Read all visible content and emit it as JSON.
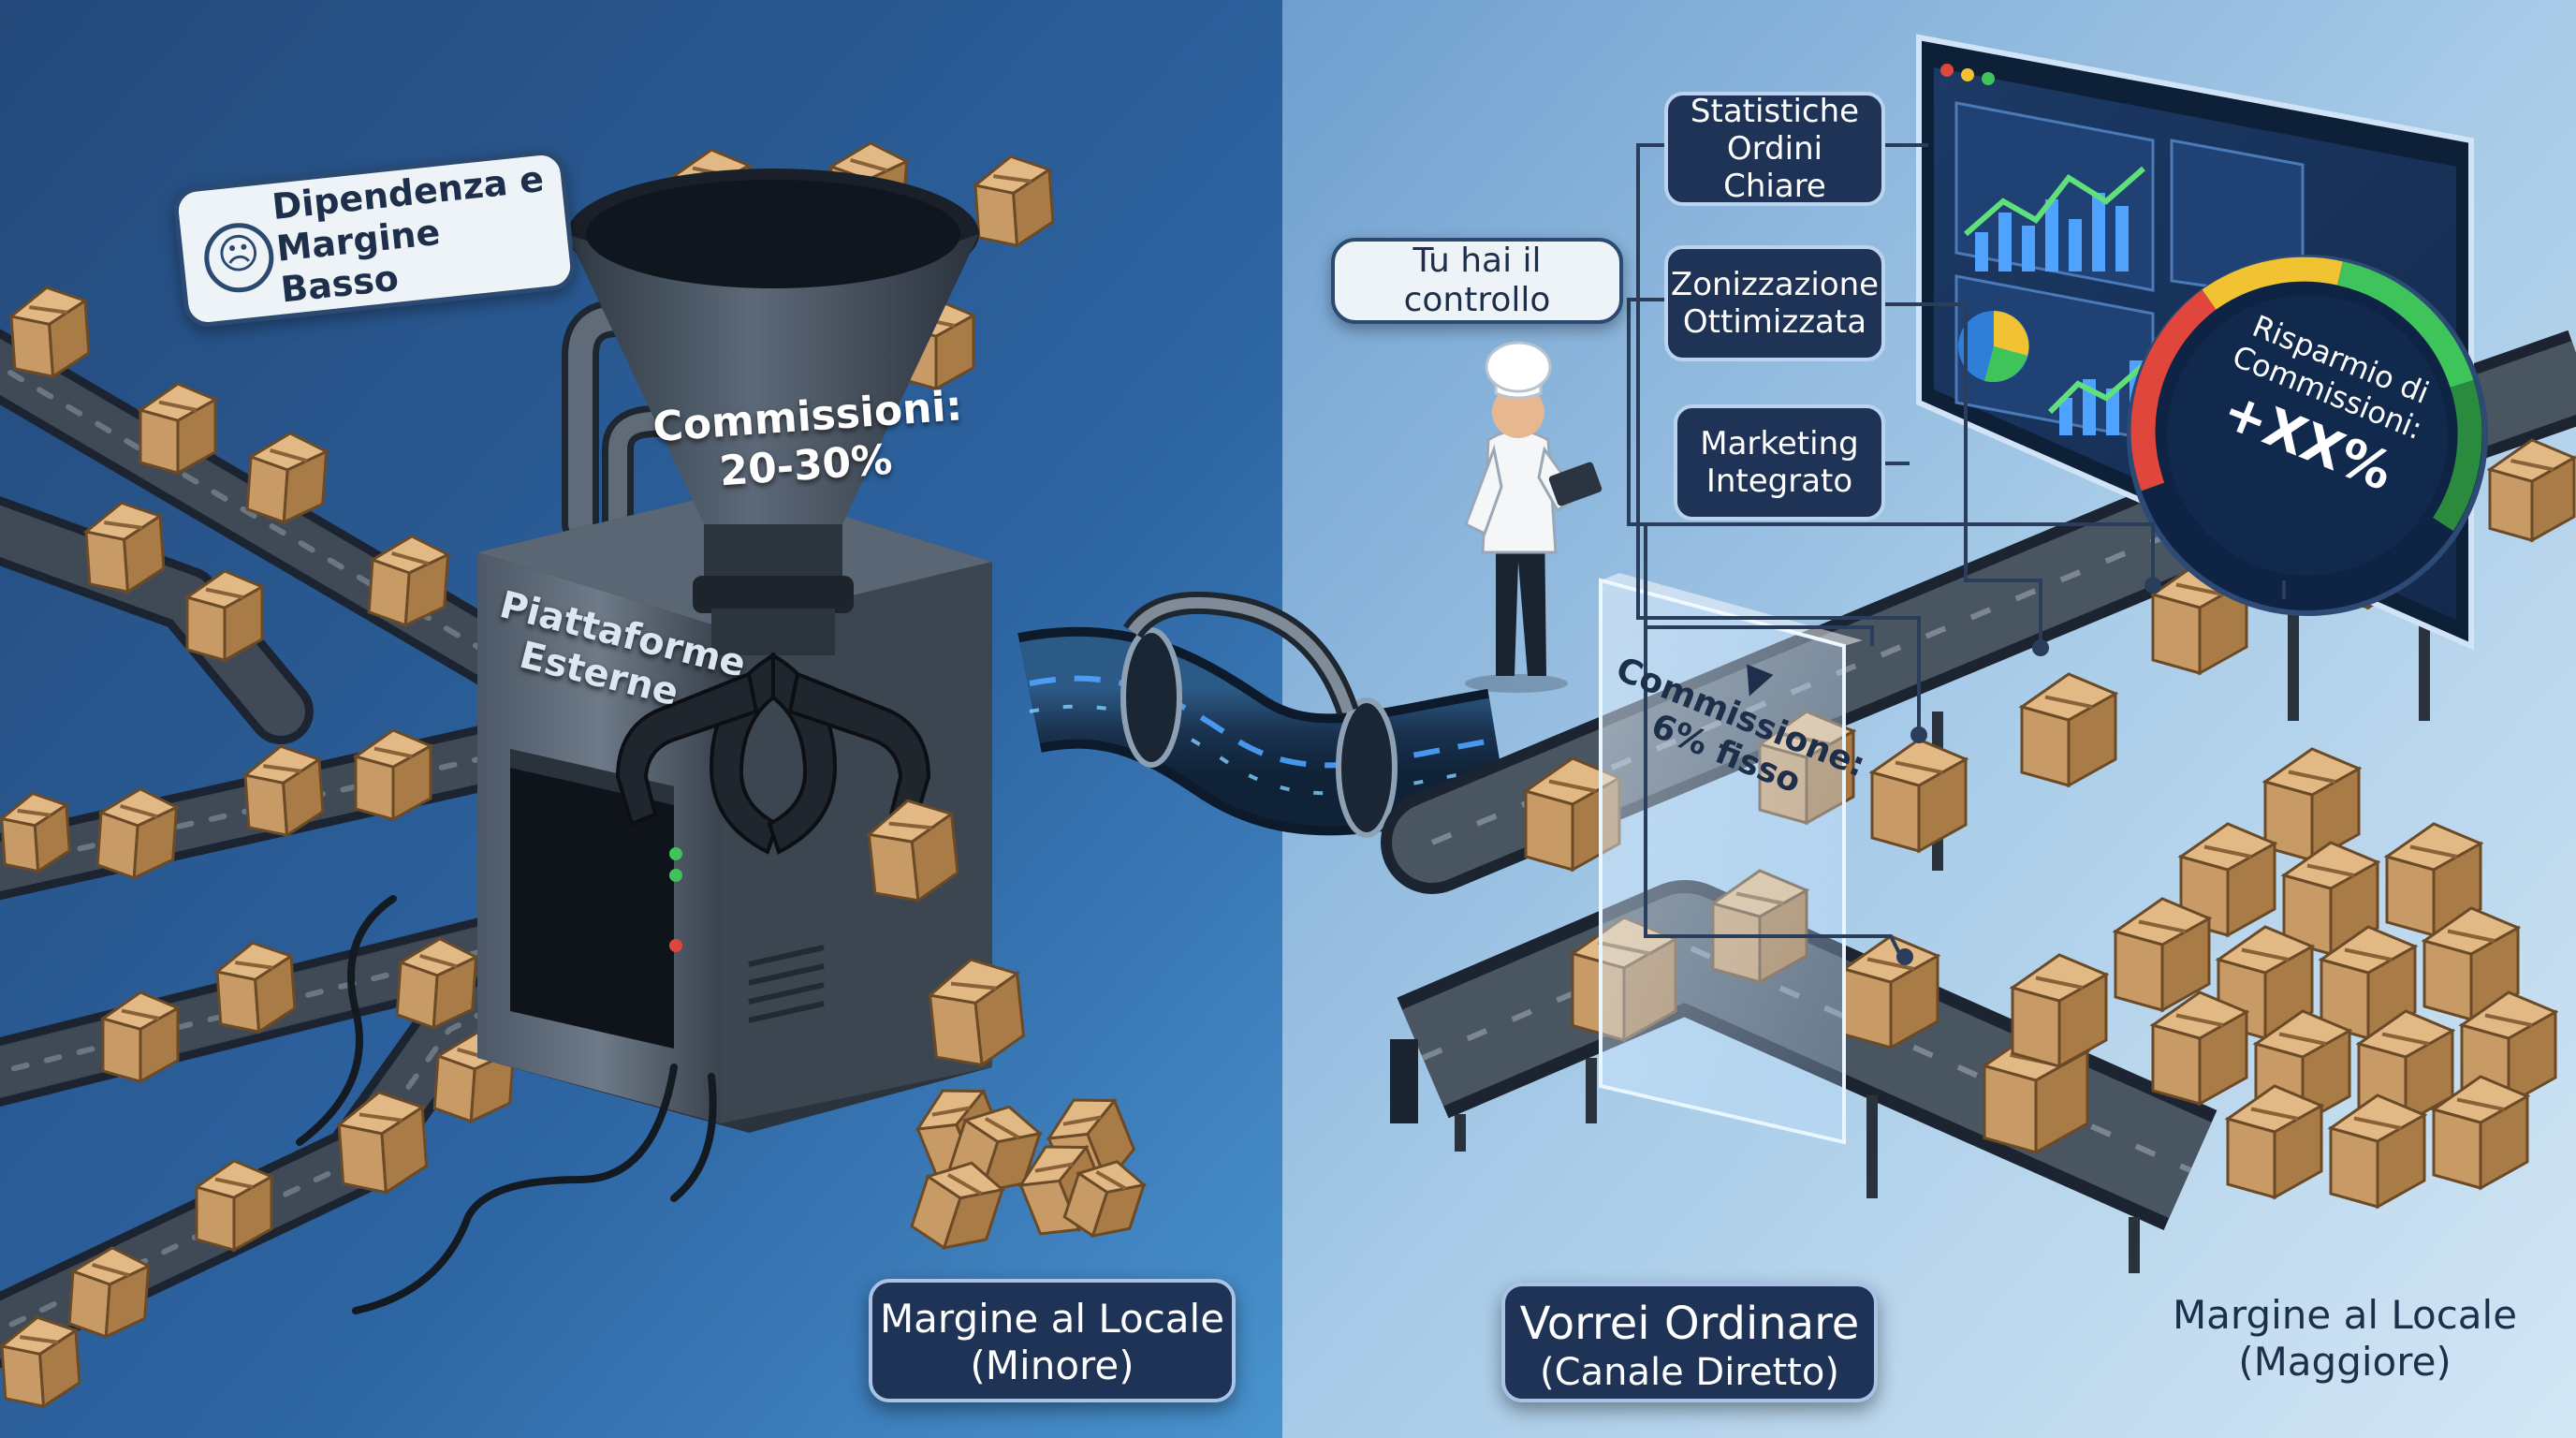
{
  "left_panel": {
    "speech_bubble": {
      "line1": "Dipendenza e",
      "line2": "Margine Basso",
      "icon": "sad-face-icon"
    },
    "funnel_label": {
      "line1": "Commissioni:",
      "line2": "20-30%"
    },
    "machine_label": {
      "line1": "Piattaforme",
      "line2": "Esterne"
    },
    "margin_label": {
      "line1": "Margine al Locale",
      "line2": "(Minore)"
    }
  },
  "right_panel": {
    "speech_bubble": "Tu hai il controllo",
    "features": [
      {
        "line1": "Statistiche",
        "line2": "Ordini Chiare"
      },
      {
        "line1": "Zonizzazione",
        "line2": "Ottimizzata"
      },
      {
        "line1": "Marketing",
        "line2": "Integrato"
      }
    ],
    "gauge_label": {
      "line1": "Risparmio di",
      "line2": "Commissioni:",
      "line3": "+XX%"
    },
    "glass_panel": {
      "line1": "Commissione:",
      "line2": "6% fisso",
      "icon": "funnel-icon"
    },
    "cta_label": {
      "line1": "Vorrei Ordinare",
      "line2": "(Canale Diretto)"
    },
    "margin_label": {
      "line1": "Margine al Locale",
      "line2": "(Maggiore)"
    }
  },
  "colors": {
    "left_bg": "#1e4a82",
    "right_bg": "#a9cdea",
    "label_dark": "#1e3356",
    "cardboard": "#c89a66",
    "accent_green": "#3ec45a",
    "accent_blue": "#4fa3ff"
  }
}
